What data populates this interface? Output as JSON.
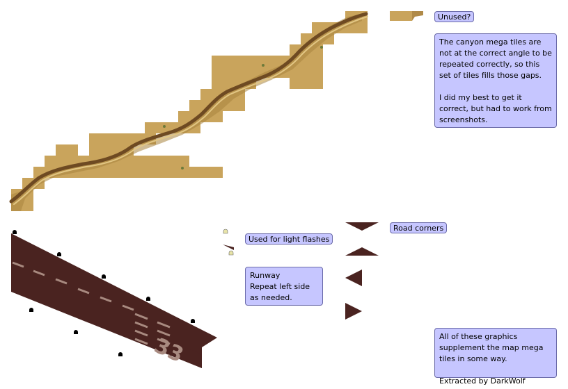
{
  "notes": {
    "unused": "Unused?",
    "canyon": "The canyon mega tiles are not at the correct angle to be repeated correctly, so this set of tiles fills those gaps.\n\nI did my best to get it correct, but had to work from screenshots.",
    "light_flashes": "Used for light flashes",
    "runway": "Runway\nRepeat left side as needed.",
    "road_corners": "Road corners",
    "credits": "All of these graphics supplement the map mega tiles in some way.\n\nExtracted by DarkWolf"
  },
  "runway_number": "33",
  "colors": {
    "sand": "#c9a45c",
    "sand_dark": "#9a7a3c",
    "canyon_shadow": "#6e4a22",
    "canyon_floor": "#b89858",
    "runway": "#4a2320",
    "runway_mark": "#a88a80",
    "road": "#4a2320",
    "note_bg": "#c6c6ff",
    "note_border": "#6a6aa8"
  }
}
